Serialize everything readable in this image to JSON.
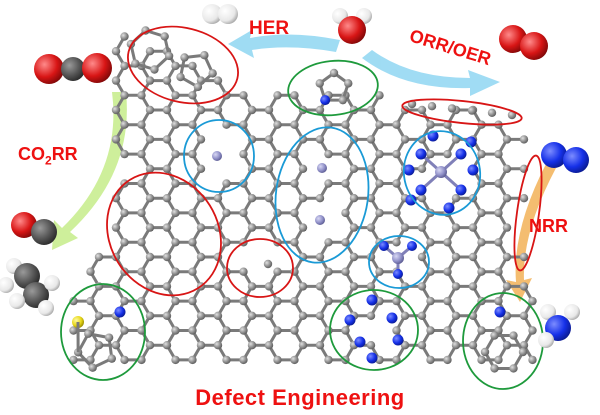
{
  "labels": {
    "her": "HER",
    "orr_oer": "ORR/OER",
    "co2rr_prefix": "CO",
    "co2rr_sub": "2",
    "co2rr_suffix": "RR",
    "nrr": "NRR",
    "title": "Defect Engineering"
  },
  "colors": {
    "label": "#ee1111",
    "carbon": "#8c8c8c",
    "nitrogen": "#1530e8",
    "sulfur": "#e8d81a",
    "metal": "#9090c8",
    "oxygen": "#d81515",
    "hydrogen": "#f2f2f2",
    "arrow_blue": "#8fd6f2",
    "arrow_green": "#c6ec8a",
    "arrow_orange": "#f2b257",
    "circle_red": "#d81515",
    "circle_green": "#1e9a3c",
    "circle_blue": "#1a9ad6"
  }
}
